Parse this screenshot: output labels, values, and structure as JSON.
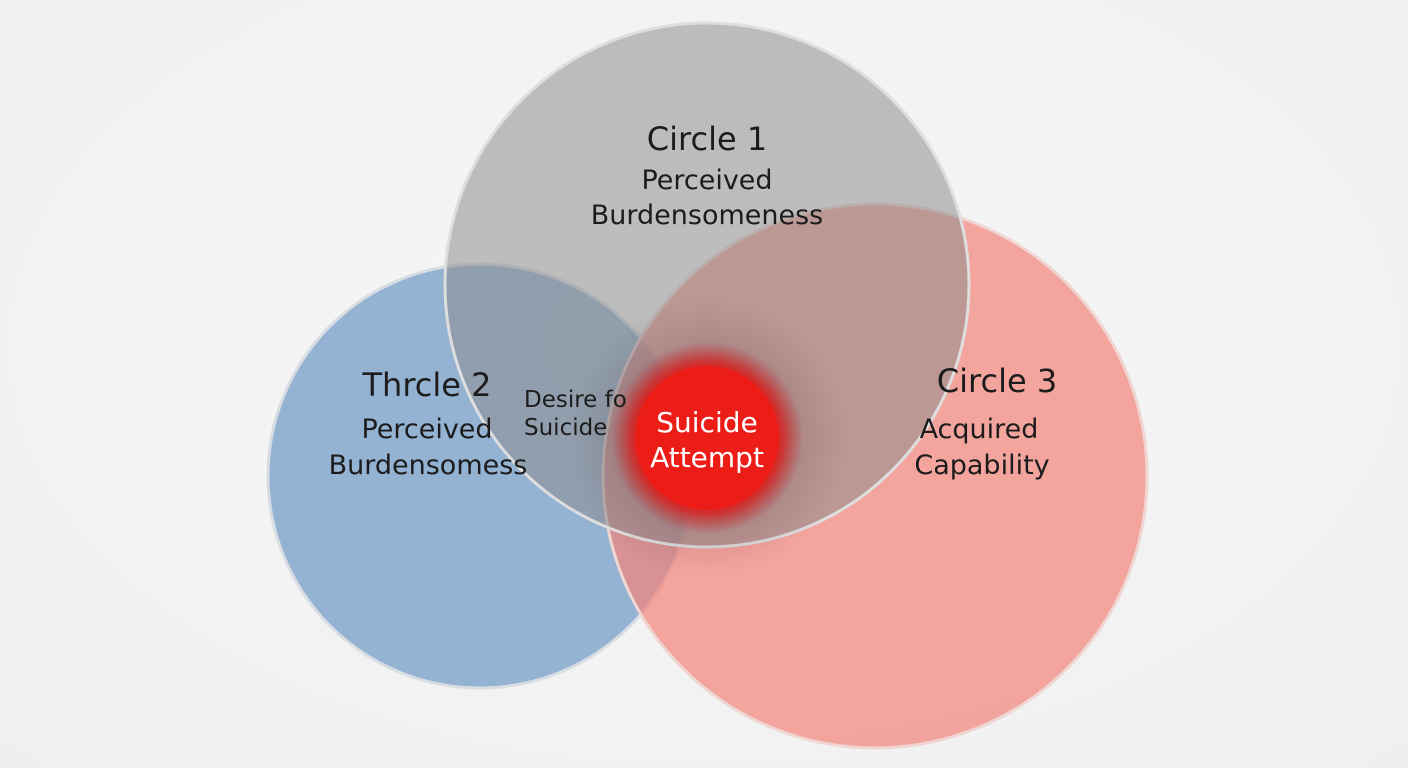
{
  "circles": {
    "top": {
      "title": "Circle 1",
      "line1": "Perceived",
      "line2": "Burdensomeness",
      "color": "#a3a3a3"
    },
    "left": {
      "title": "Thrcle 2",
      "line1": "Perceived",
      "line2": "Burdensomess",
      "color": "#6f9ac4"
    },
    "right": {
      "title": "Circle 3",
      "line1": "Acquired",
      "line2": "Capability",
      "color": "#f0847a"
    }
  },
  "overlap": {
    "line1": "Desire fo",
    "line2": "Suicide"
  },
  "center": {
    "line1": "Suicide",
    "line2": "Attempt",
    "color": "#e8191a"
  }
}
